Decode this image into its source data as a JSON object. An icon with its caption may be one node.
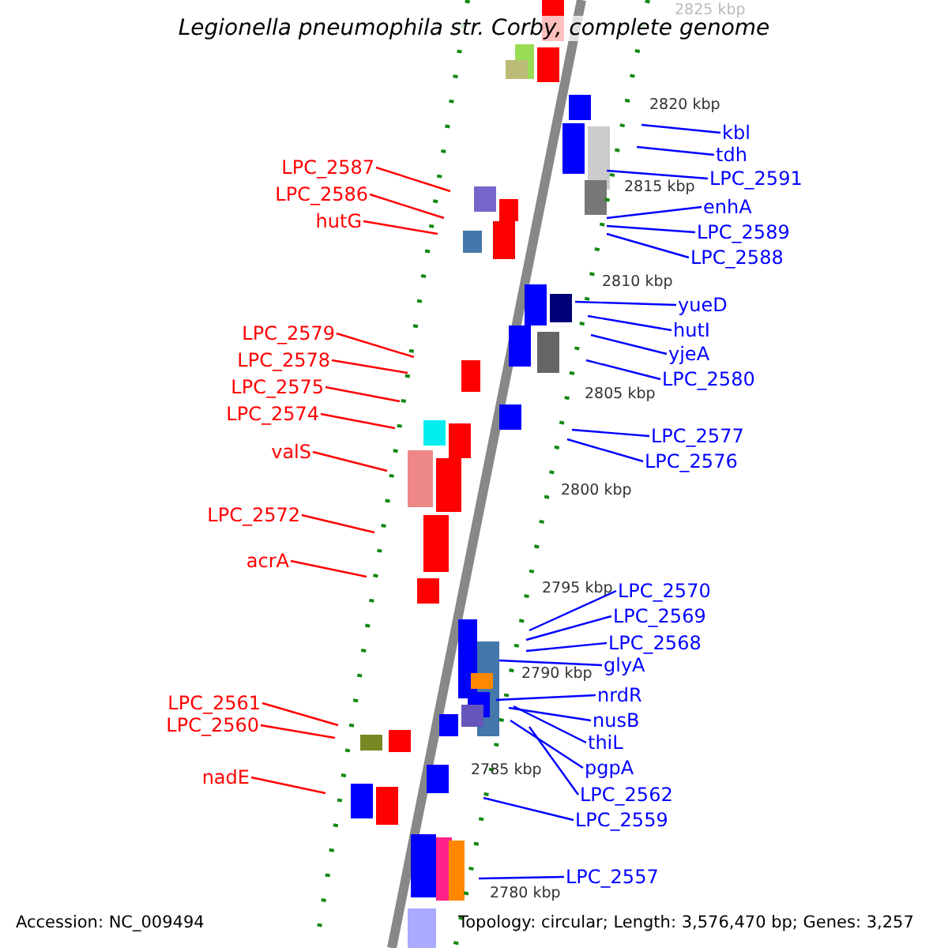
{
  "diagram": {
    "title": "Legionella pneumophila str. Corby, complete genome",
    "nodes": [
      {
        "text": [
          "kbl"
        ]
      },
      {
        "text": [
          "tdh"
        ]
      },
      {
        "text": [
          "LPC_2587"
        ]
      },
      {
        "text": [
          "LPC_2591"
        ]
      },
      {
        "text": [
          "LPC_2586"
        ]
      },
      {
        "text": [
          "enhA"
        ]
      },
      {
        "text": [
          "hutG"
        ]
      },
      {
        "text": [
          "LPC_2589"
        ]
      },
      {
        "text": [
          "LPC_2588"
        ]
      },
      {
        "text": [
          "yueD"
        ]
      },
      {
        "text": [
          "hutI"
        ]
      },
      {
        "text": [
          "LPC_2579"
        ]
      },
      {
        "text": [
          "yjeA"
        ]
      },
      {
        "text": [
          "LPC_2578"
        ]
      },
      {
        "text": [
          "LPC_2580"
        ]
      },
      {
        "text": [
          "LPC_2575"
        ]
      },
      {
        "text": [
          "LPC_2574"
        ]
      },
      {
        "text": [
          "LPC_2577"
        ]
      },
      {
        "text": [
          "valS"
        ]
      },
      {
        "text": [
          "LPC_2576"
        ]
      },
      {
        "text": [
          "LPC_2572"
        ]
      },
      {
        "text": [
          "acrA"
        ]
      },
      {
        "text": [
          "LPC_2570"
        ]
      },
      {
        "text": [
          "LPC_2569"
        ]
      },
      {
        "text": [
          "LPC_2568"
        ]
      },
      {
        "text": [
          "glyA"
        ]
      },
      {
        "text": [
          "nrdR"
        ]
      },
      {
        "text": [
          "LPC_2561"
        ]
      },
      {
        "text": [
          "nusB"
        ]
      },
      {
        "text": [
          "LPC_2560"
        ]
      },
      {
        "text": [
          "thiL"
        ]
      },
      {
        "text": [
          "pgpA"
        ]
      },
      {
        "text": [
          "nadE"
        ]
      },
      {
        "text": [
          "LPC_2562"
        ]
      },
      {
        "text": [
          "LPC_2559"
        ]
      },
      {
        "text": [
          "LPC_2557"
        ]
      }
    ],
    "edges": [
      {
        "from": 0,
        "to": null,
        "arrow": "none"
      },
      {
        "from": 1,
        "to": null,
        "arrow": "none"
      },
      {
        "from": 2,
        "to": null,
        "arrow": "none",
        "color": "#ff0000"
      },
      {
        "from": 3,
        "to": null,
        "arrow": "none"
      },
      {
        "from": 4,
        "to": null,
        "arrow": "none",
        "color": "#ff0000"
      },
      {
        "from": 5,
        "to": null,
        "arrow": "none"
      },
      {
        "from": 6,
        "to": null,
        "arrow": "none",
        "color": "#ff0000"
      },
      {
        "from": 7,
        "to": null,
        "arrow": "none"
      },
      {
        "from": 8,
        "to": null,
        "arrow": "none"
      },
      {
        "from": 9,
        "to": null,
        "arrow": "none"
      },
      {
        "from": 10,
        "to": null,
        "arrow": "none"
      },
      {
        "from": 11,
        "to": null,
        "arrow": "none",
        "color": "#ff0000"
      },
      {
        "from": 12,
        "to": null,
        "arrow": "none"
      },
      {
        "from": 13,
        "to": null,
        "arrow": "none",
        "color": "#ff0000"
      },
      {
        "from": 14,
        "to": null,
        "arrow": "none"
      },
      {
        "from": 15,
        "to": null,
        "arrow": "none",
        "color": "#ff0000"
      },
      {
        "from": 16,
        "to": null,
        "arrow": "none",
        "color": "#ff0000"
      },
      {
        "from": 17,
        "to": null,
        "arrow": "none"
      },
      {
        "from": 18,
        "to": null,
        "arrow": "none",
        "color": "#ff0000"
      },
      {
        "from": 19,
        "to": null,
        "arrow": "none"
      },
      {
        "from": 20,
        "to": null,
        "arrow": "none",
        "color": "#ff0000"
      },
      {
        "from": 21,
        "to": null,
        "arrow": "none",
        "color": "#ff0000"
      },
      {
        "from": 22,
        "to": null,
        "arrow": "none"
      },
      {
        "from": 23,
        "to": null,
        "arrow": "none"
      },
      {
        "from": 24,
        "to": null,
        "arrow": "none"
      },
      {
        "from": 25,
        "to": null,
        "arrow": "none"
      },
      {
        "from": 26,
        "to": null,
        "arrow": "none"
      },
      {
        "from": 27,
        "to": null,
        "arrow": "none",
        "color": "#ff0000"
      },
      {
        "from": 28,
        "to": null,
        "arrow": "none"
      },
      {
        "from": 29,
        "to": null,
        "arrow": "none",
        "color": "#ff0000"
      },
      {
        "from": 30,
        "to": null,
        "arrow": "none"
      },
      {
        "from": 31,
        "to": null,
        "arrow": "none"
      },
      {
        "from": 32,
        "to": null,
        "arrow": "none",
        "color": "#ff0000"
      },
      {
        "from": 33,
        "to": null,
        "arrow": "none"
      },
      {
        "from": 34,
        "to": null,
        "arrow": "none"
      },
      {
        "from": 35,
        "to": null,
        "arrow": "none"
      }
    ],
    "labels": [
      "2825 kbp",
      "2820 kbp",
      "2815 kbp",
      "2810 kbp",
      "2805 kbp",
      "2800 kbp",
      "2795 kbp",
      "2790 kbp",
      "2785 kbp",
      "2780 kbp",
      "Accession: NC_009494",
      "Topology: circular; Length: 3,576,470 bp; Genes: 3,257"
    ]
  }
}
